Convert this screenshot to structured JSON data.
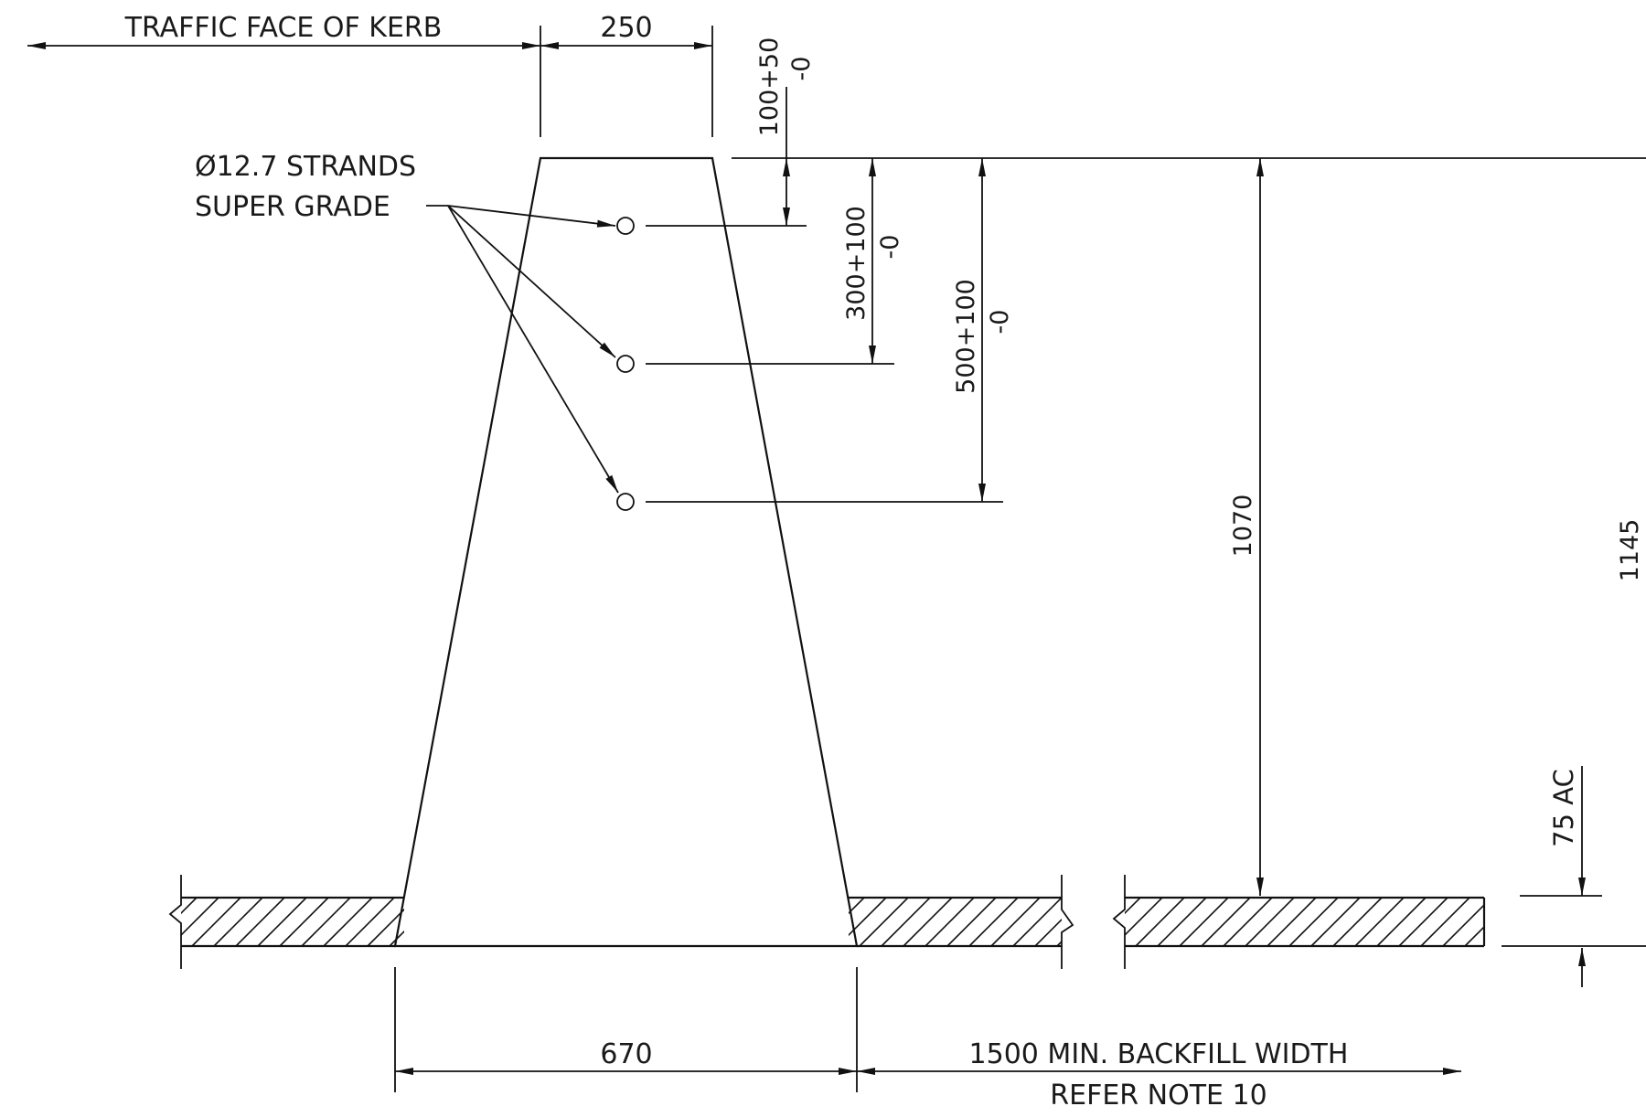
{
  "drawing": {
    "labels": {
      "traffic_face": "TRAFFIC FACE OF KERB",
      "top_width": "250",
      "strand_line1": "Ø12.7 STRANDS",
      "strand_line2": "SUPER GRADE",
      "cover_main": "100+50",
      "cover_tol": "-0",
      "strand2_main": "300+100",
      "strand2_tol": "-0",
      "strand3_main": "500+100",
      "strand3_tol": "-0",
      "height_barrier": "1070",
      "height_total": "1145",
      "ac_thickness": "75 AC",
      "base_width": "670",
      "backfill_line1": "1500 MIN. BACKFILL WIDTH",
      "backfill_line2": "REFER NOTE 10"
    }
  }
}
